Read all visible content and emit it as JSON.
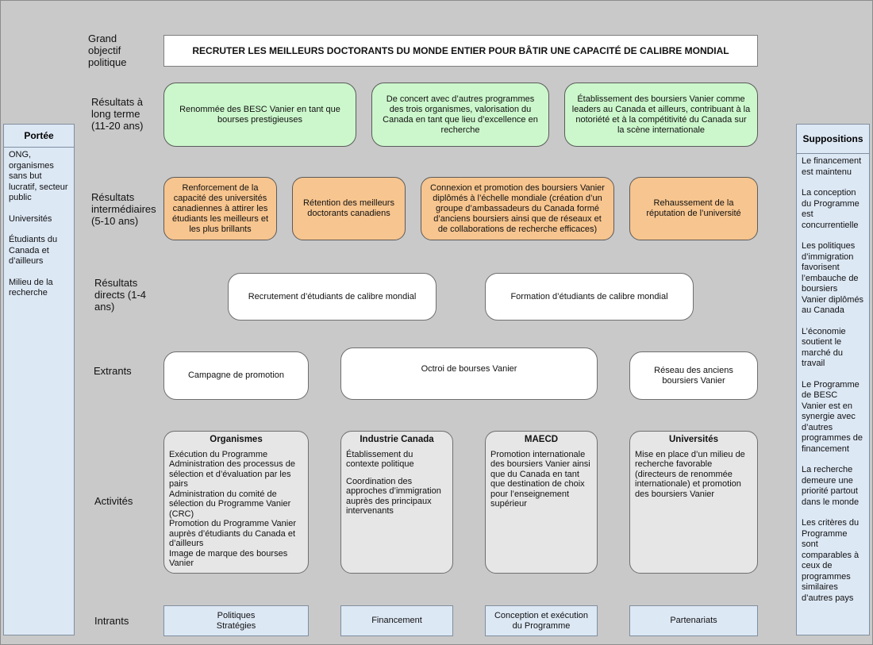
{
  "labels": {
    "goal": "Grand objectif politique",
    "long_term": "Résultats à long terme (11-20 ans)",
    "intermediate": "Résultats intermédiaires (5-10 ans)",
    "direct": "Résultats directs (1-4 ans)",
    "outputs": "Extrants",
    "activities": "Activités",
    "inputs": "Intrants"
  },
  "goal": "RECRUTER LES MEILLEURS DOCTORANTS DU MONDE ENTIER POUR BÂTIR UNE CAPACITÉ DE CALIBRE MONDIAL",
  "long_term": [
    "Renommée des BESC Vanier en tant que bourses prestigieuses",
    "De concert avec d’autres programmes des trois organismes, valorisation du Canada en tant que lieu d’excellence en recherche",
    "Établissement des boursiers Vanier comme leaders au Canada et ailleurs, contribuant à la notoriété et à la compétitivité du Canada sur la scène internationale"
  ],
  "intermediate": [
    "Renforcement de la capacité des universités canadiennes à attirer les étudiants les meilleurs et les plus brillants",
    "Rétention des meilleurs doctorants canadiens",
    "Connexion et promotion des boursiers Vanier diplômés à l’échelle mondiale (création d’un groupe d’ambassadeurs du Canada formé d’anciens boursiers ainsi que de réseaux et de collaborations de recherche efficaces)",
    "Rehaussement de la réputation de l’université"
  ],
  "direct": [
    "Recrutement d’étudiants de calibre mondial",
    "Formation d’étudiants de calibre mondial"
  ],
  "outputs": [
    "Campagne de promotion",
    "Octroi de bourses Vanier",
    "Réseau des anciens boursiers Vanier"
  ],
  "activities": [
    {
      "title": "Organismes",
      "items": [
        "Exécution du Programme",
        "Administration des processus de sélection et d’évaluation par les pairs",
        "Administration du comité de sélection du Programme Vanier (CRC)",
        "Promotion du Programme Vanier auprès d’étudiants du Canada et d’ailleurs",
        "Image de marque des bourses Vanier"
      ]
    },
    {
      "title": "Industrie Canada",
      "items": [
        "Établissement du contexte politique",
        "Coordination des approches d’immigration auprès des principaux intervenants"
      ]
    },
    {
      "title": "MAECD",
      "items": [
        "Promotion internationale des boursiers Vanier ainsi que du Canada en tant que destination de choix pour l’enseignement supérieur"
      ]
    },
    {
      "title": "Universités",
      "items": [
        "Mise en place d’un milieu de recherche favorable (directeurs de renommée internationale) et promotion des boursiers Vanier"
      ]
    }
  ],
  "inputs": [
    {
      "line1": "Politiques",
      "line2": "Stratégies"
    },
    {
      "line1": "Financement",
      "line2": ""
    },
    {
      "line1": "Conception et exécution",
      "line2": "du Programme"
    },
    {
      "line1": "Partenariats",
      "line2": ""
    }
  ],
  "scope": {
    "title": "Portée",
    "items": [
      "ONG, organismes sans but lucratif, secteur public",
      "Universités",
      "Étudiants du Canada et d’ailleurs",
      "Milieu de la recherche"
    ]
  },
  "assumptions": {
    "title": "Suppositions",
    "items": [
      "Le financement est maintenu",
      "La conception du Programme est concurrentielle",
      "Les politiques d’immigration favorisent l’embauche de boursiers Vanier diplômés au Canada",
      "L’économie soutient le marché du travail",
      "Le Programme de BESC Vanier est en synergie avec d’autres programmes de financement",
      "La recherche demeure une priorité partout dans le monde",
      "Les critères du Programme sont comparables à ceux de programmes similaires d’autres pays"
    ]
  },
  "colors": {
    "background": "#c9c9c9",
    "long_term": "#ccf7cc",
    "intermediate": "#f7c58f",
    "activities": "#e6e6e6",
    "inputs": "#dde8f5"
  }
}
